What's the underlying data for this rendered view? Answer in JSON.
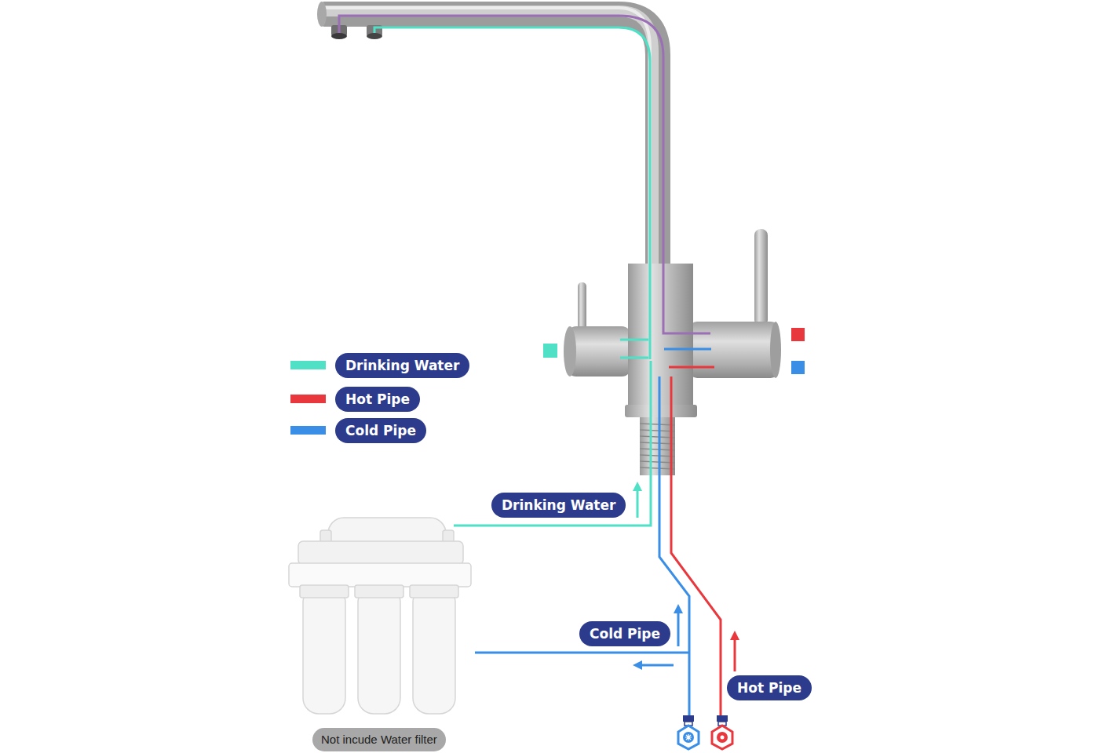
{
  "diagram": {
    "nodes": [
      {
        "text": [
          "Drinking Water"
        ]
      },
      {
        "text": [
          "Cold Pipe"
        ]
      },
      {
        "text": [
          "Hot Pipe"
        ]
      },
      {
        "text": [
          "Not incude Water filter"
        ]
      }
    ],
    "legend": [
      {
        "text": "Drinking Water",
        "color": "#4fe0c6"
      },
      {
        "text": "Hot Pipe",
        "color": "#e8383d"
      },
      {
        "text": "Cold Pipe",
        "color": "#3a8ee6"
      }
    ]
  }
}
